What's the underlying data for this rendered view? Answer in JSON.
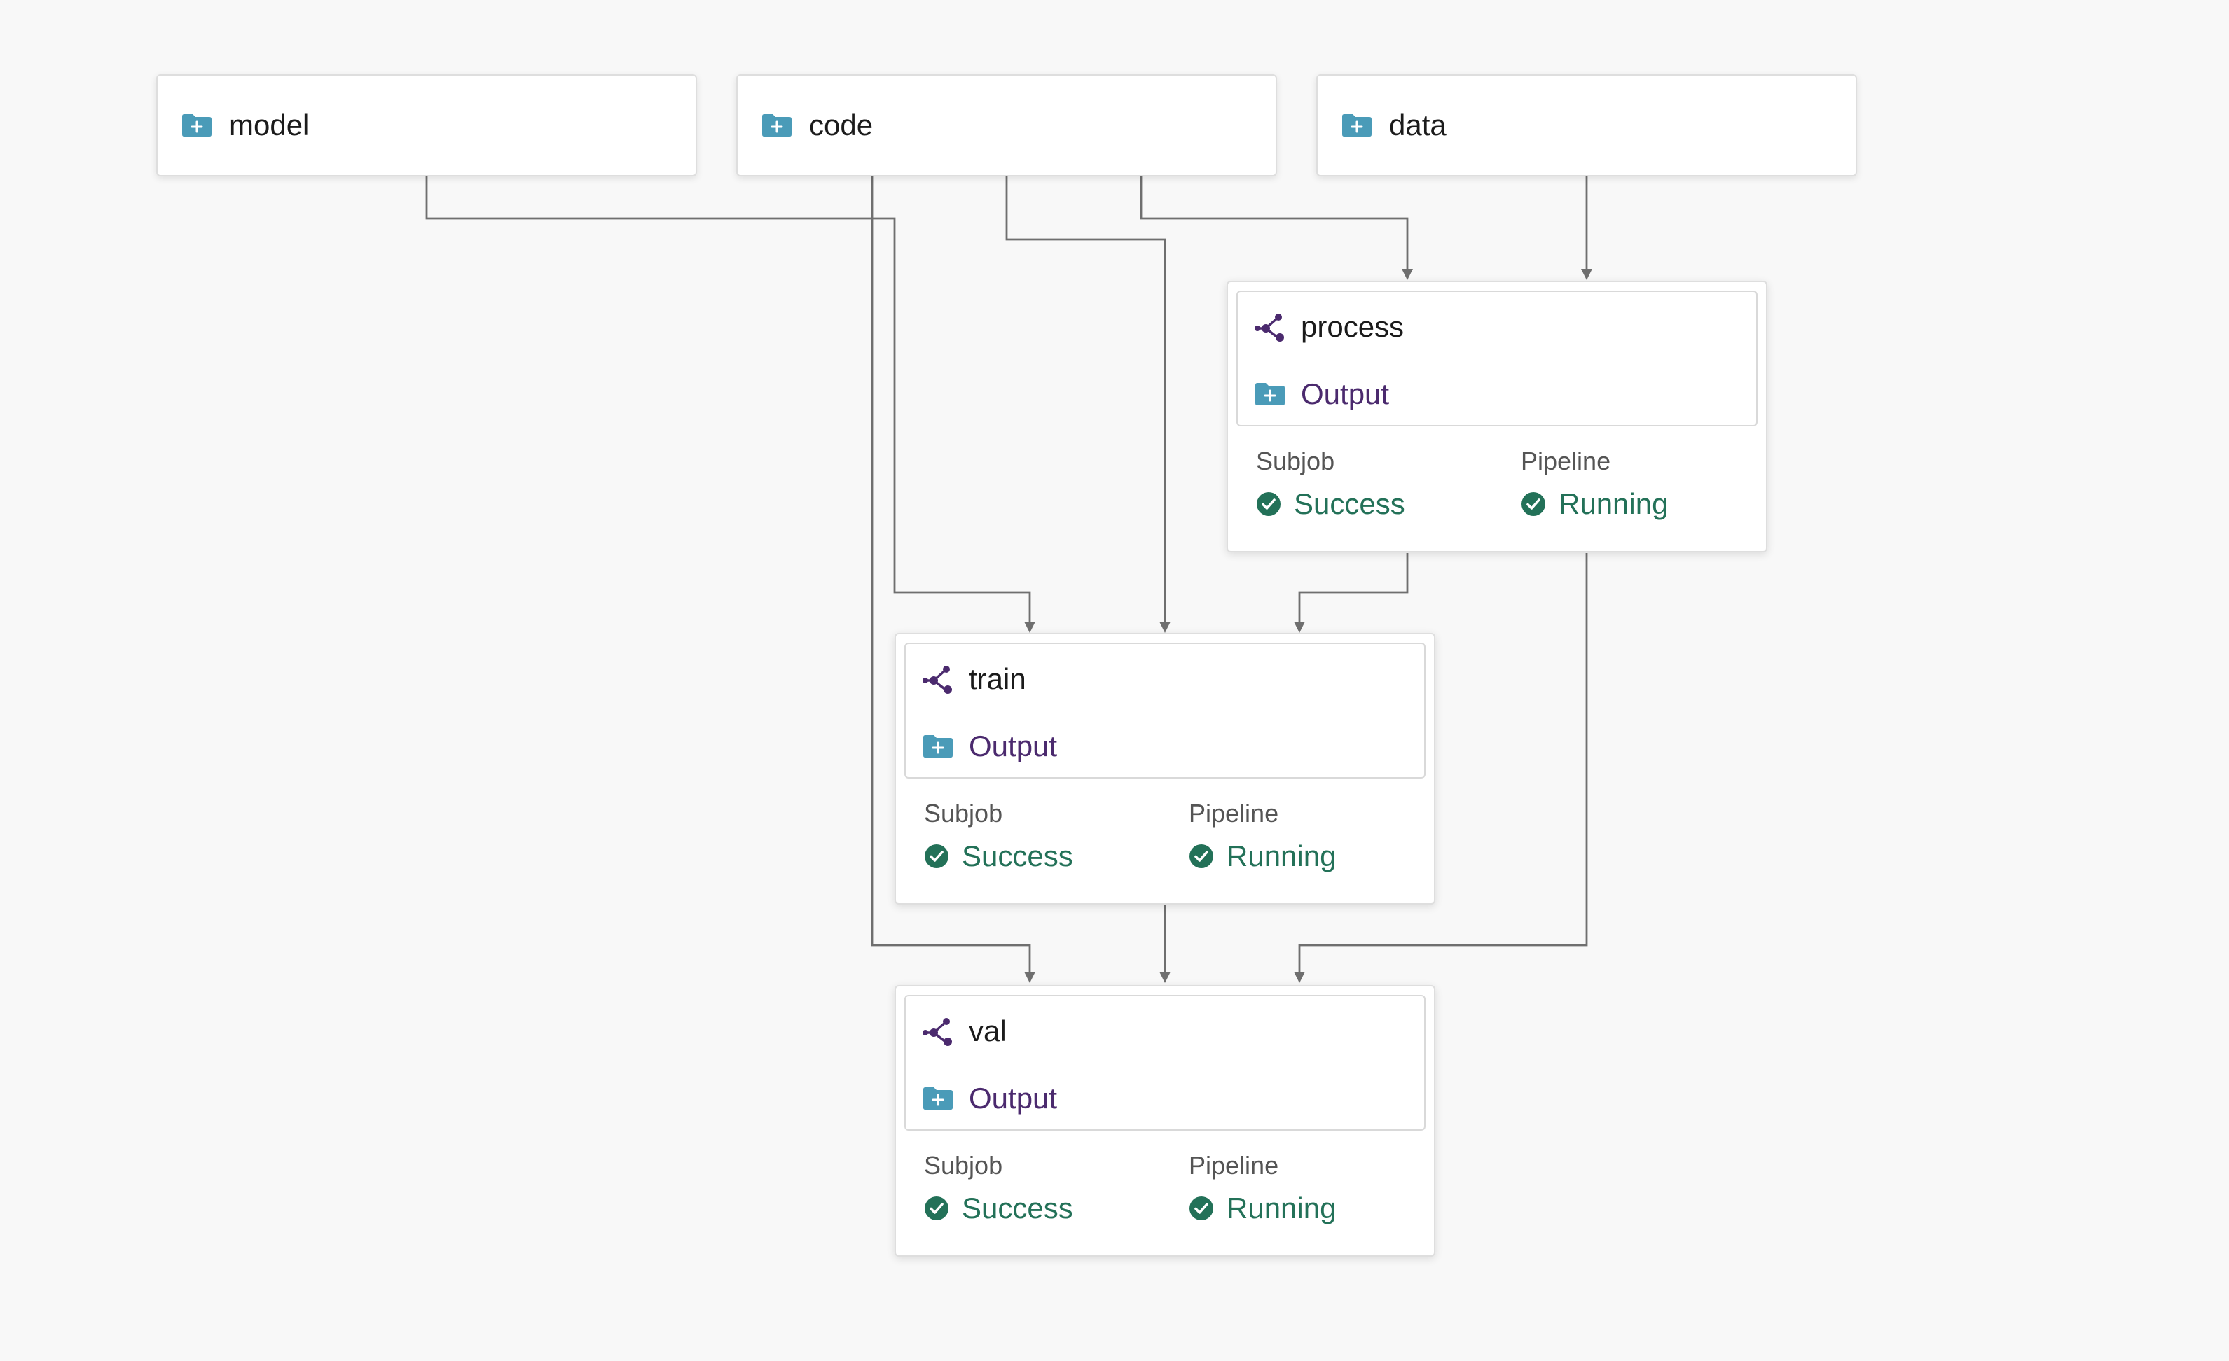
{
  "inputs": [
    {
      "label": "model",
      "icon": "folder-icon"
    },
    {
      "label": "code",
      "icon": "folder-icon"
    },
    {
      "label": "data",
      "icon": "folder-icon"
    }
  ],
  "components": [
    {
      "title": "process",
      "icon": "pipeline-icon",
      "output_label": "Output",
      "subjob_caption": "Subjob",
      "subjob_status": "Success",
      "pipeline_caption": "Pipeline",
      "pipeline_status": "Running"
    },
    {
      "title": "train",
      "icon": "pipeline-icon",
      "output_label": "Output",
      "subjob_caption": "Subjob",
      "subjob_status": "Success",
      "pipeline_caption": "Pipeline",
      "pipeline_status": "Running"
    },
    {
      "title": "val",
      "icon": "pipeline-icon",
      "output_label": "Output",
      "subjob_caption": "Subjob",
      "subjob_status": "Success",
      "pipeline_caption": "Pipeline",
      "pipeline_status": "Running"
    }
  ],
  "edges": [
    {
      "from": "model",
      "to": "train"
    },
    {
      "from": "code",
      "to": "val"
    },
    {
      "from": "code",
      "to": "train"
    },
    {
      "from": "code",
      "to": "process"
    },
    {
      "from": "data",
      "to": "process"
    },
    {
      "from": "process",
      "to": "train"
    },
    {
      "from": "process",
      "to": "val"
    },
    {
      "from": "train",
      "to": "val"
    }
  ],
  "colors": {
    "background": "#f8f8f8",
    "folder": "#4a9bb8",
    "pipeline_icon": "#4b2a6e",
    "output_text": "#4b2a6e",
    "status_green": "#237158",
    "edge": "#6f6f6f"
  }
}
